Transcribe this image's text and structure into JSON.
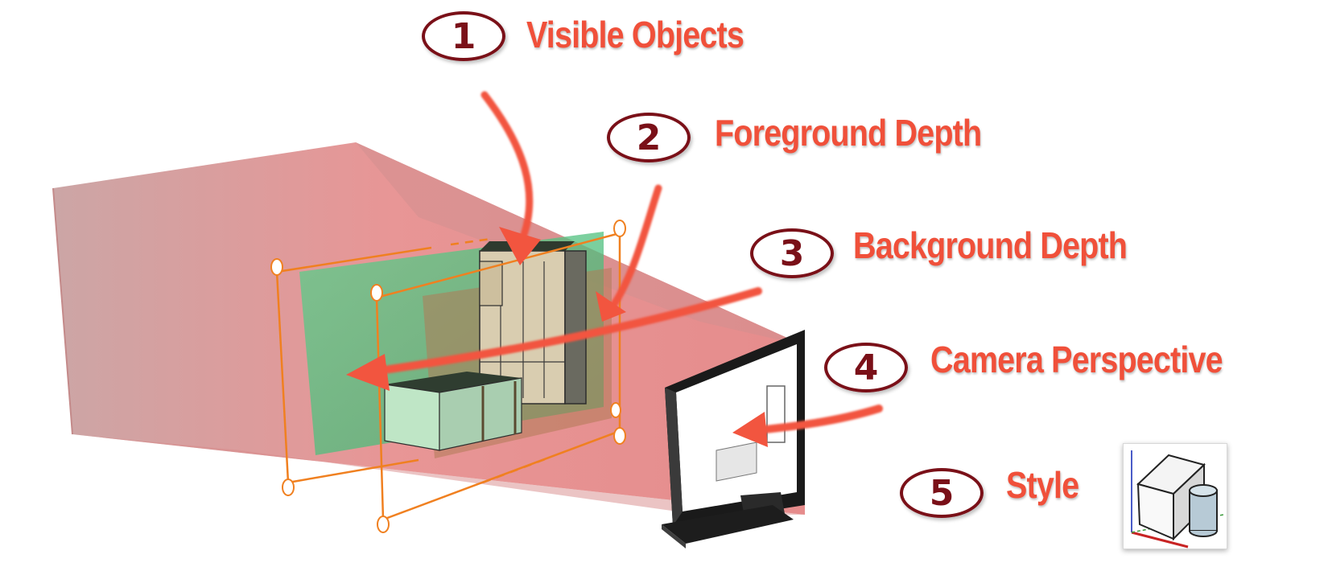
{
  "callouts": [
    {
      "number": "1",
      "label": "Visible Objects"
    },
    {
      "number": "2",
      "label": "Foreground Depth"
    },
    {
      "number": "3",
      "label": "Background Depth"
    },
    {
      "number": "4",
      "label": "Camera Perspective"
    },
    {
      "number": "5",
      "label": "Style"
    }
  ],
  "colors": {
    "frustum": "#e07a7a",
    "depth_plane": "#6ad79a",
    "clip_frame": "#f08020",
    "arrow": "#f2553f",
    "number_ring": "#7a1018",
    "label": "#f0503a"
  },
  "icons": {
    "monitor": "camera-monitor-icon",
    "style_preview": "style-thumbnail-icon",
    "kitchen": "kitchen-model-icon"
  }
}
